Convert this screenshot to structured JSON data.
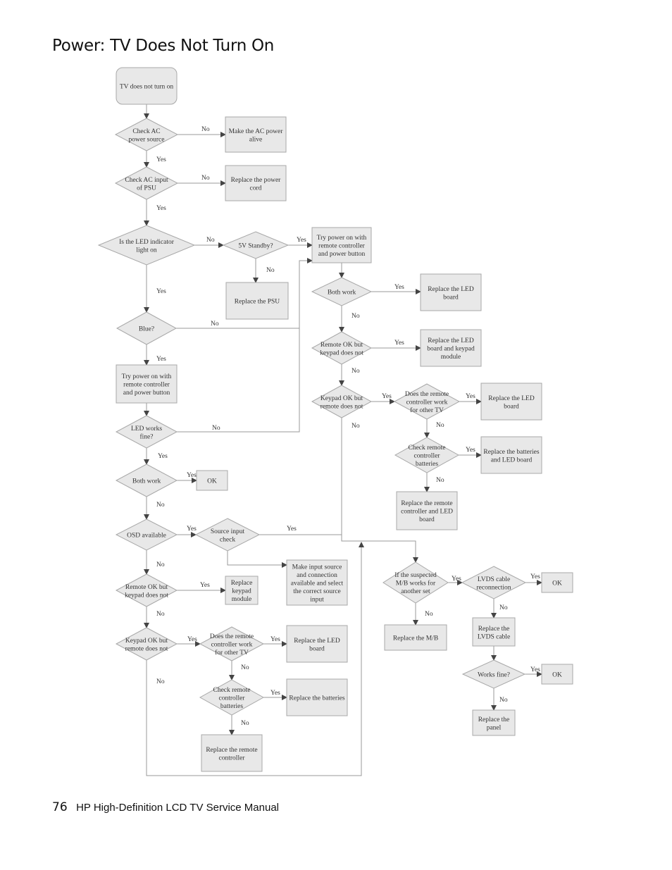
{
  "page": {
    "title": "Power: TV Does Not Turn On",
    "page_number": "76",
    "footer_text": "HP High-Definition LCD TV Service Manual"
  },
  "colors": {
    "fill": "#e8e8e8",
    "stroke": "#a8a8a8",
    "line": "#9a9a9a"
  },
  "nodes": {
    "start": [
      "TV does not turn on"
    ],
    "check_ac": [
      "Check AC",
      "power source"
    ],
    "make_ac": [
      "Make the AC power",
      "alive"
    ],
    "check_psu": [
      "Check AC input",
      "of PSU"
    ],
    "replace_cord": [
      "Replace the power",
      "cord"
    ],
    "led_light": [
      "Is the LED indicator",
      "light on"
    ],
    "standby": [
      "5V Standby?"
    ],
    "try_power_r": [
      "Try power on with",
      "remote controller",
      "and power button"
    ],
    "replace_psu": [
      "Replace the PSU"
    ],
    "both_work_r": [
      "Both work"
    ],
    "replace_led_r1": [
      "Replace the LED",
      "board"
    ],
    "remote_ok_r": [
      "Remote OK but",
      "keypad does not"
    ],
    "replace_led_keypad": [
      "Replace the LED",
      "board and keypad",
      "module"
    ],
    "blue": [
      "Blue?"
    ],
    "keypad_ok_r": [
      "Keypad OK but",
      "remote does not"
    ],
    "remote_other_r": [
      "Does the remote",
      "controller work",
      "for other TV"
    ],
    "replace_led_r2": [
      "Replace the LED",
      "board"
    ],
    "try_power_l": [
      "Try power on with",
      "remote controller",
      "and power button"
    ],
    "check_batt_r": [
      "Check remote",
      "controller",
      "batteries"
    ],
    "replace_batt_led": [
      "Replace the batteries",
      "and LED board"
    ],
    "led_fine": [
      "LED works",
      "fine?"
    ],
    "both_work_l": [
      "Both work"
    ],
    "ok_1": [
      "OK"
    ],
    "replace_remote_led": [
      "Replace the remote",
      "controller and LED",
      "board"
    ],
    "osd": [
      "OSD available"
    ],
    "source_check": [
      "Source input",
      "check"
    ],
    "make_source": [
      "Make input source",
      "and connection",
      "available and select",
      "the correct source",
      "input"
    ],
    "mb_works": [
      "If the suspected",
      "M/B works for",
      "another set"
    ],
    "lvds": [
      "LVDS cable",
      "reconnection"
    ],
    "ok_2": [
      "OK"
    ],
    "remote_ok_l": [
      "Remote OK but",
      "keypad does not"
    ],
    "replace_keypad": [
      "Replace",
      "keypad",
      "module"
    ],
    "replace_lvds": [
      "Replace the",
      "LVDS cable"
    ],
    "replace_mb": [
      "Replace the M/B"
    ],
    "keypad_ok_l": [
      "Keypad OK but",
      "remote does not"
    ],
    "remote_other_l": [
      "Does the remote",
      "controller work",
      "for other TV"
    ],
    "replace_led_l": [
      "Replace the LED",
      "board"
    ],
    "works_fine": [
      "Works fine?"
    ],
    "ok_3": [
      "OK"
    ],
    "check_batt_l": [
      "Check remote",
      "controller",
      "batteries"
    ],
    "replace_batt": [
      "Replace the batteries"
    ],
    "replace_panel": [
      "Replace the",
      "panel"
    ],
    "replace_remote": [
      "Replace the remote",
      "controller"
    ]
  },
  "labels": {
    "no": "No",
    "yes": "Yes"
  }
}
